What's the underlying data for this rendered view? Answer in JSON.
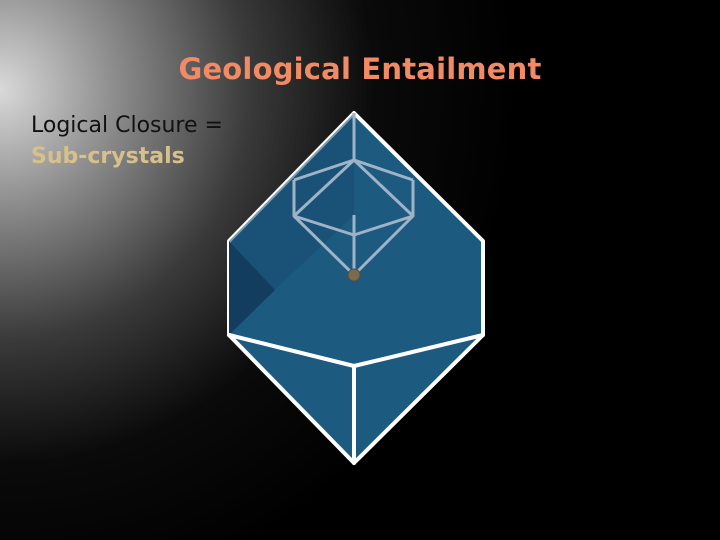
{
  "slide": {
    "title": "Geological Entailment",
    "line1": "Logical Closure =",
    "line2": "Sub-crystals"
  },
  "colors": {
    "title": "#f28a65",
    "highlight": "#d8c08a",
    "crystal_face": "#1d5a80",
    "crystal_dark_face": "#123d5e",
    "edges": "#ffffff",
    "inner_edges": "#9fb3c7",
    "vertex": "#7a6a50"
  },
  "diagram": {
    "description_icon": "crystal-lattice-icon"
  }
}
